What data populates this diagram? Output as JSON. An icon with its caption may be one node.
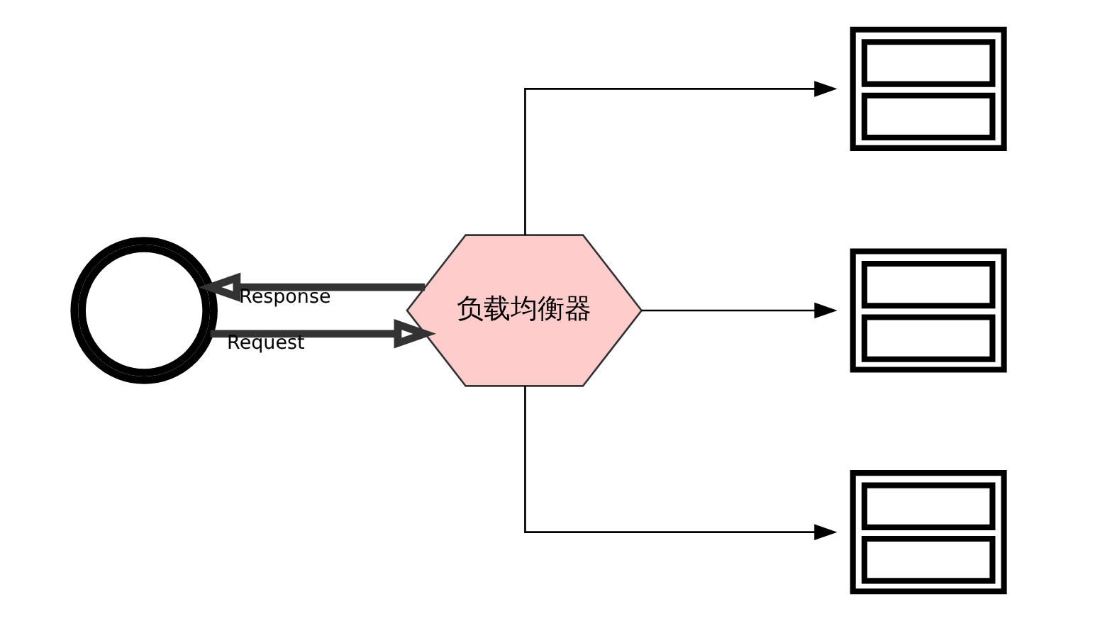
{
  "diagram": {
    "nodes": [
      {
        "text": [],
        "shape": "person"
      },
      {
        "text": [
          "负载均衡器"
        ]
      },
      {
        "text": [],
        "shape": "picture"
      },
      {
        "text": [],
        "shape": "picture"
      },
      {
        "text": [],
        "shape": "picture"
      }
    ],
    "edges": [
      {
        "from": 0,
        "to": 1,
        "arrow": "to",
        "label": "Request",
        "style": "thick"
      },
      {
        "from": 1,
        "to": 0,
        "arrow": "to",
        "label": "Response",
        "style": "thick"
      },
      {
        "from": 1,
        "to": 2,
        "arrow": "to"
      },
      {
        "from": 1,
        "to": 3,
        "arrow": "to"
      },
      {
        "from": 1,
        "to": 4,
        "arrow": "to"
      }
    ]
  }
}
